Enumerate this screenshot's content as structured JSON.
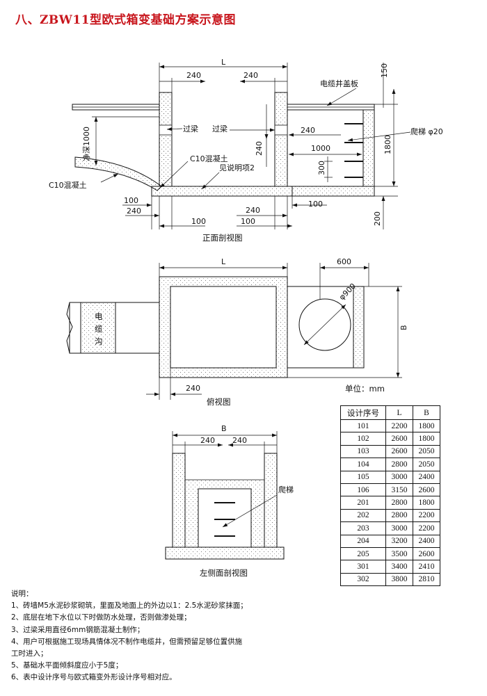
{
  "title": "八、ZBW11型欧式箱变基础方案示意图",
  "front": {
    "caption": "正面剖视图",
    "dim_L": "L",
    "dim_240_left": "240",
    "dim_240_right": "240",
    "dim_150": "150",
    "dim_1800": "1800",
    "dim_200": "200",
    "dim_240_mid": "240",
    "dim_1000": "1000",
    "dim_240_vert": "240",
    "dim_300": "300",
    "dim_100_a": "100",
    "dim_240_b": "240",
    "dim_100_c": "100",
    "dim_100_d": "100",
    "dim_240_e": "240",
    "dim_100_f": "100",
    "depth_label": "净深1000",
    "cover_label": "电缆井盖板",
    "ladder_label": "爬梯 φ20",
    "beam_left": "过梁",
    "beam_right": "过梁",
    "concrete_top": "C10混凝土",
    "note_ref": "见说明项2",
    "concrete_left": "C10混凝土"
  },
  "top": {
    "caption": "俯视图",
    "dim_L": "L",
    "dim_600": "600",
    "dim_phi900": "φ900",
    "dim_B": "B",
    "dim_240": "240",
    "trench_label_1": "电",
    "trench_label_2": "缆",
    "trench_label_3": "沟",
    "unit": "单位：mm"
  },
  "side": {
    "caption": "左侧面剖视图",
    "dim_B": "B",
    "dim_240_left": "240",
    "dim_240_right": "240",
    "ladder_label": "爬梯"
  },
  "table": {
    "headers": [
      "设计序号",
      "L",
      "B"
    ],
    "rows": [
      [
        "101",
        "2200",
        "1800"
      ],
      [
        "102",
        "2600",
        "1800"
      ],
      [
        "103",
        "2600",
        "2050"
      ],
      [
        "104",
        "2800",
        "2050"
      ],
      [
        "105",
        "3000",
        "2400"
      ],
      [
        "106",
        "3150",
        "2600"
      ],
      [
        "201",
        "2800",
        "1800"
      ],
      [
        "202",
        "2800",
        "2200"
      ],
      [
        "203",
        "3000",
        "2200"
      ],
      [
        "204",
        "3200",
        "2400"
      ],
      [
        "205",
        "3500",
        "2600"
      ],
      [
        "301",
        "3400",
        "2410"
      ],
      [
        "302",
        "3800",
        "2810"
      ]
    ]
  },
  "notes": [
    "说明：",
    "1、砖墙M5水泥砂浆砌筑，里面及地面上的外边以1：2.5水泥砂浆抹面；",
    "2、底层在地下水位以下时做防水处理，否则做渗处理；",
    "3、过梁采用直径6mm钢筋混凝土制作；",
    "4、用户可根据施工现场具情体况不制作电缆井，但需预留足够位置供施",
    "   工时进入；",
    "5、基础水平面倾斜度应小于5度；",
    "6、表中设计序号与欧式箱变外形设计序号相对应。"
  ],
  "colors": {
    "title": "#c8161d",
    "line": "#111111"
  }
}
